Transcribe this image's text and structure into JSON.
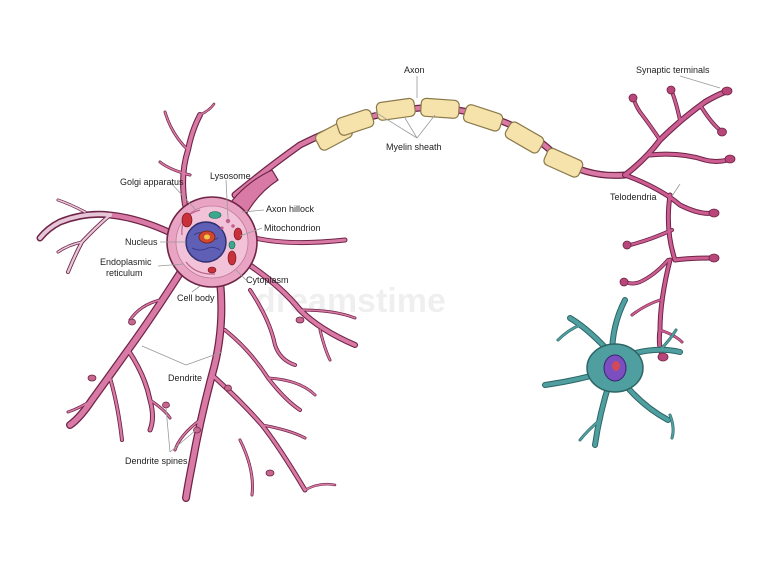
{
  "labels": {
    "axon": "Axon",
    "myelin_sheath": "Myelin sheath",
    "synaptic_terminals": "Synaptic terminals",
    "telodendria": "Telodendria",
    "golgi_apparatus": "Golgi apparatus",
    "lysosome": "Lysosome",
    "axon_hillock": "Axon hillock",
    "mitochondrion": "Mitochondrion",
    "nucleus": "Nucleus",
    "endoplasmic_reticulum_1": "Endoplasmic",
    "endoplasmic_reticulum_2": "reticulum",
    "cytoplasm": "Cytoplasm",
    "cell_body": "Cell body",
    "dendrite": "Dendrite",
    "dendrite_spines": "Dendrite spines"
  },
  "watermark": "dreamstime",
  "colors": {
    "neuron_fill": "#d97aa6",
    "neuron_stroke": "#6e2445",
    "soma_fill": "#e9a3c3",
    "myelin_fill": "#f6e2ab",
    "myelin_stroke": "#8a7a4a",
    "nucleus_fill": "#5e5fb5",
    "target_cell_fill": "#4f9fa0",
    "target_nucleus_fill": "#7b4fc0",
    "organelle_red": "#c8303c",
    "organelle_green": "#3aa88c"
  }
}
